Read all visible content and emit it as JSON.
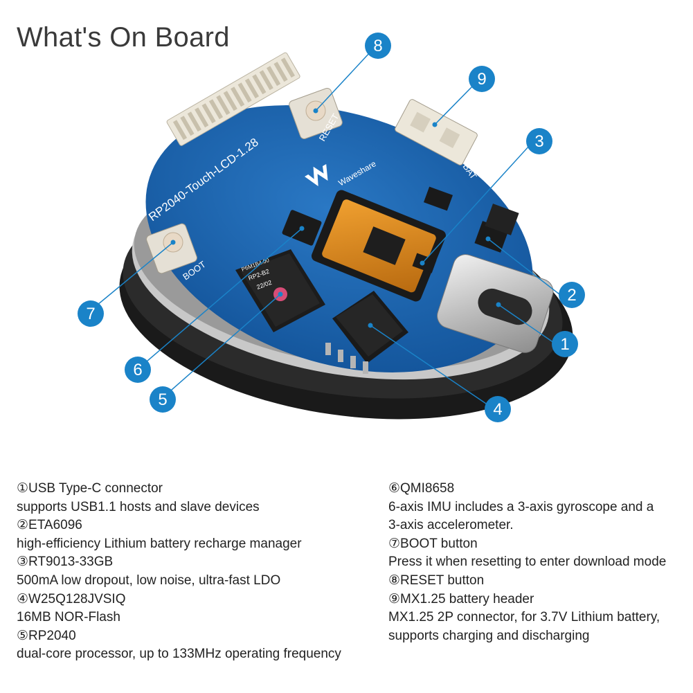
{
  "title": "What's On Board",
  "board": {
    "name": "RP2040-Touch-LCD-1.28",
    "brand": "Waveshare",
    "chip_label_1": "RP2-B2",
    "chip_label_2": "22/02",
    "chip_label_3": "P6M1B4.00",
    "reset_label": "RESET",
    "boot_label": "BOOT",
    "bat_label": "BAT"
  },
  "callouts": [
    {
      "num": "1"
    },
    {
      "num": "2"
    },
    {
      "num": "3"
    },
    {
      "num": "4"
    },
    {
      "num": "5"
    },
    {
      "num": "6"
    },
    {
      "num": "7"
    },
    {
      "num": "8"
    },
    {
      "num": "9"
    }
  ],
  "colors": {
    "badge": "#1a83c8",
    "pcb": "#1f68b3",
    "text": "#222222"
  },
  "descriptions_left": [
    "①USB Type-C connector",
    "supports USB1.1 hosts and slave devices",
    "②ETA6096",
    "high-efficiency Lithium battery recharge manager",
    "③RT9013-33GB",
    "500mA low dropout, low noise, ultra-fast LDO",
    "④W25Q128JVSIQ",
    "16MB NOR-Flash",
    "⑤RP2040",
    "dual-core processor, up to 133MHz operating frequency"
  ],
  "descriptions_right": [
    "⑥QMI8658",
    "6-axis IMU includes a 3-axis gyroscope and a",
    "3-axis accelerometer.",
    "⑦BOOT button",
    "Press it when resetting to enter download mode",
    "⑧RESET button",
    "⑨MX1.25 battery header",
    "MX1.25 2P connector, for 3.7V Lithium battery,",
    "supports charging and discharging"
  ]
}
